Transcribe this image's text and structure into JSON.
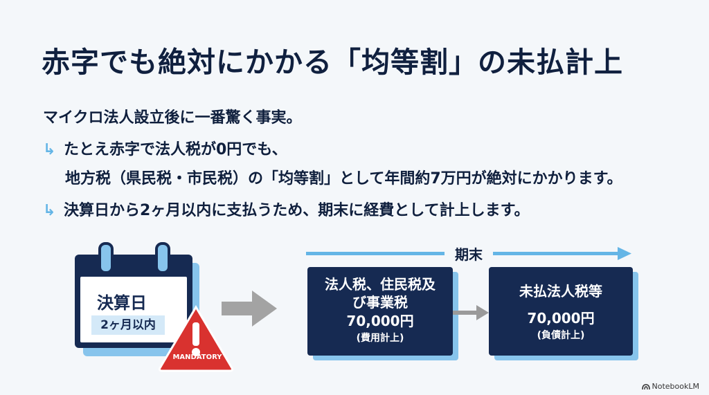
{
  "title": "赤字でも絶対にかかる「均等割」の未払計上",
  "intro": "マイクロ法人設立後に一番驚く事実。",
  "bullets": [
    {
      "line1": "たとえ赤字で法人税が0円でも、",
      "line2": "地方税（県民税・市民税）の「均等割」として年間約7万円が絶対にかかります。"
    },
    {
      "line1": "決算日から2ヶ月以内に支払うため、期末に経費として計上します。"
    }
  ],
  "calendar": {
    "label": "決算日",
    "sub": "2ヶ月以内"
  },
  "warning": {
    "label": "MANDATORY",
    "icon": "warning-triangle-icon"
  },
  "period": {
    "label": "期末"
  },
  "box_left": {
    "line1": "法人税、住民税及",
    "line2": "び事業税",
    "amount": "70,000円",
    "note": "(費用計上)"
  },
  "box_right": {
    "line1": "未払法人税等",
    "amount": "70,000円",
    "note": "(負債計上)"
  },
  "brand": "NotebookLM",
  "colors": {
    "navy": "#162a52",
    "light_blue": "#87c4ec",
    "red": "#d9322f",
    "gray": "#9a9a9a"
  }
}
